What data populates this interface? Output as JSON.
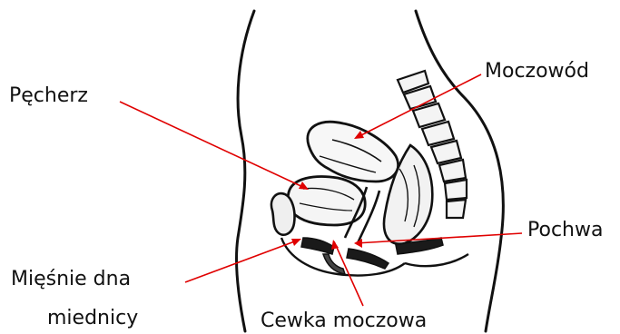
{
  "labels": {
    "bladder": "Pęcherz",
    "ureter": "Moczowód",
    "vagina": "Pochwa",
    "pelvic_floor_line1": "Mięśnie dna",
    "pelvic_floor_line2": "miednicy",
    "urethra": "Cewka moczowa"
  },
  "colors": {
    "pointer": "#e00000",
    "outline": "#111111"
  }
}
